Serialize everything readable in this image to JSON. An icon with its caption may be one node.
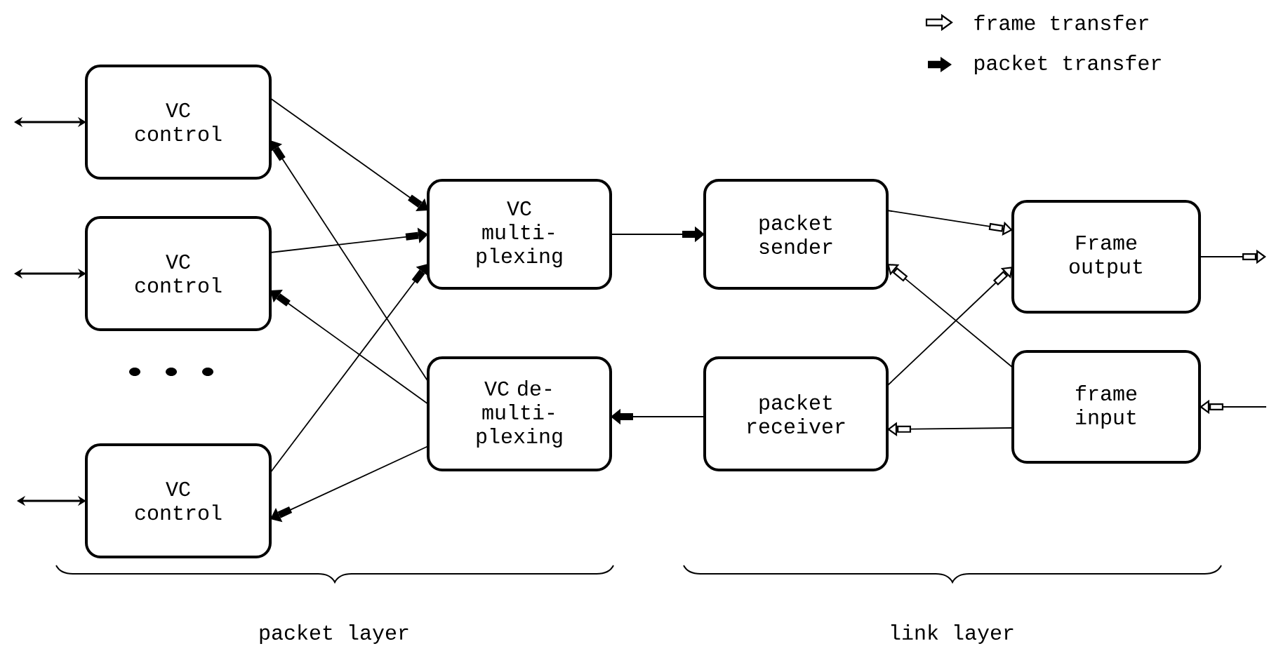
{
  "diagram": {
    "nodes": [
      {
        "text": [
          "VC control"
        ]
      },
      {
        "text": [
          "VC control"
        ]
      },
      {
        "text": [
          "VC control"
        ]
      },
      {
        "text": [
          "VC multi- plexing"
        ]
      },
      {
        "text": [
          "VC de-multi- plexing"
        ]
      },
      {
        "text": [
          "packet sender"
        ]
      },
      {
        "text": [
          "packet receiver"
        ]
      },
      {
        "text": [
          "Frame output"
        ]
      },
      {
        "text": [
          "frame input"
        ]
      }
    ],
    "edges": [
      {
        "from": null,
        "to": 0,
        "arrow": "both"
      },
      {
        "from": null,
        "to": 1,
        "arrow": "both"
      },
      {
        "from": null,
        "to": 2,
        "arrow": "both"
      },
      {
        "from": 0,
        "to": 3,
        "arrow": "to"
      },
      {
        "from": 4,
        "to": 0,
        "arrow": "to"
      },
      {
        "from": 1,
        "to": 3,
        "arrow": "to"
      },
      {
        "from": 4,
        "to": 1,
        "arrow": "to"
      },
      {
        "from": 2,
        "to": 3,
        "arrow": "to"
      },
      {
        "from": 4,
        "to": 2,
        "arrow": "to"
      },
      {
        "from": 3,
        "to": 5,
        "arrow": "to"
      },
      {
        "from": 6,
        "to": 4,
        "arrow": "to"
      },
      {
        "from": 5,
        "to": 7,
        "arrow": "to"
      },
      {
        "from": 8,
        "to": 5,
        "arrow": "to"
      },
      {
        "from": 6,
        "to": 7,
        "arrow": "to"
      },
      {
        "from": 8,
        "to": 6,
        "arrow": "to"
      },
      {
        "from": 7,
        "to": null,
        "arrow": "to"
      },
      {
        "from": null,
        "to": 8,
        "arrow": "to"
      }
    ],
    "labels": [
      "packet layer",
      "link layer"
    ],
    "legend": [
      {
        "text": "frame transfer"
      },
      {
        "text": "packet transfer"
      }
    ]
  }
}
